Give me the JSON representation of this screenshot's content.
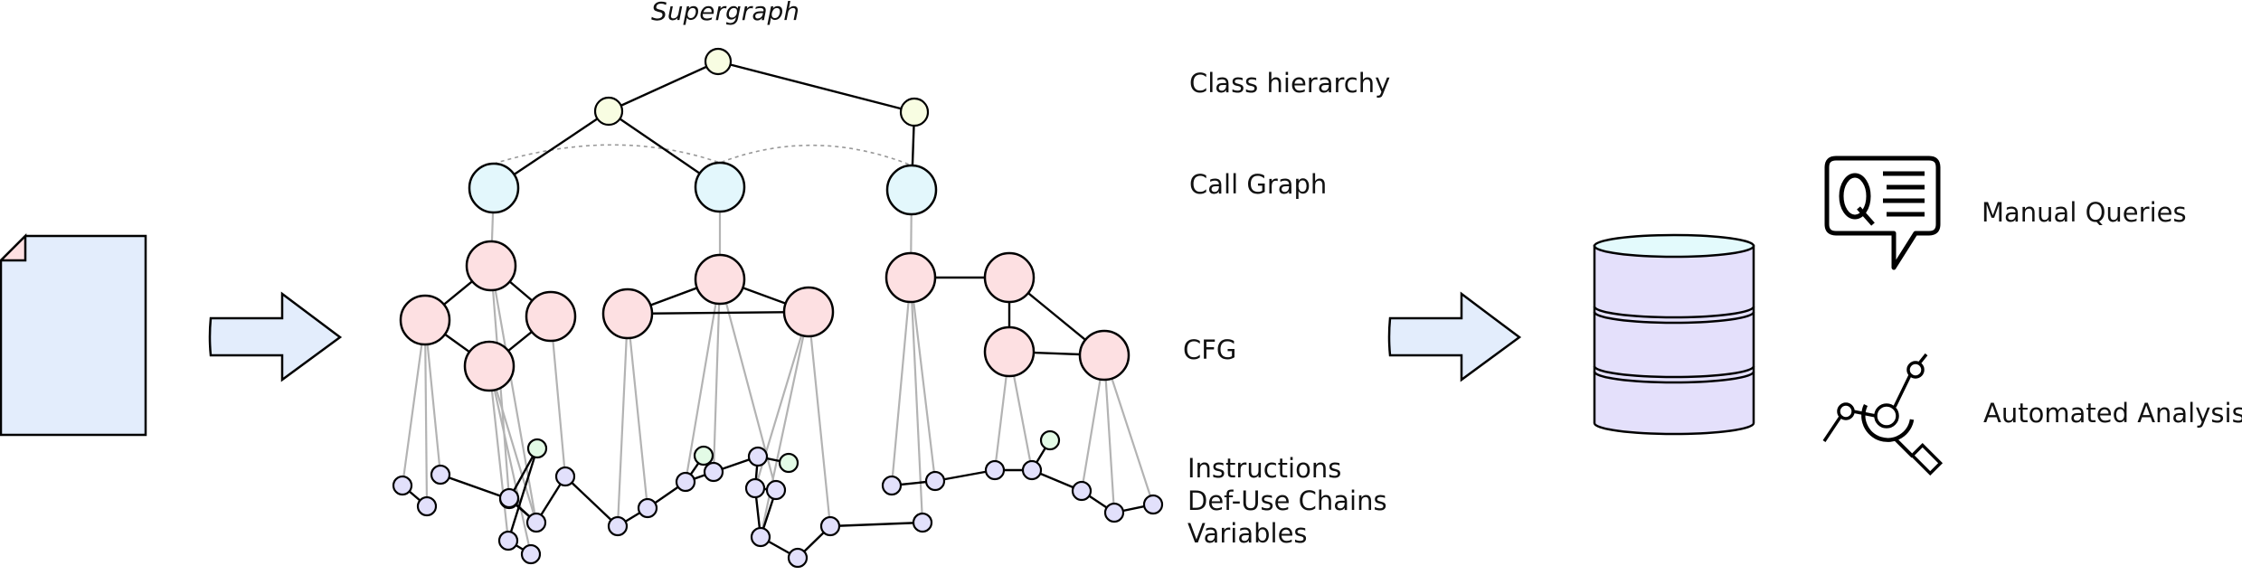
{
  "diagram": {
    "title": "Supergraph",
    "layers": {
      "class_hierarchy": "Class hierarchy",
      "call_graph": "Call Graph",
      "cfg": "CFG",
      "bottom": [
        "Instructions",
        "Def-Use Chains",
        "Variables"
      ]
    },
    "outputs": {
      "manual": "Manual Queries",
      "automated": "Automated Analysis"
    },
    "icons": {
      "source": "document-icon",
      "arrow": "right-arrow-icon",
      "database": "database-icon",
      "query": "query-bubble-icon",
      "analysis": "analysis-icon"
    }
  },
  "colors": {
    "document_fill": "#e3edfc",
    "arrow_fill": "#e3edfc",
    "class_node": "#f8fde2",
    "call_node": "#e3f7fc",
    "cfg_node": "#fde0e2",
    "instr_node": "#e2e0fb",
    "var_node": "#e3fbe6",
    "db_body": "#e4e0fb",
    "db_top": "#e3fafc",
    "grey_edge": "#b3b3b3"
  }
}
